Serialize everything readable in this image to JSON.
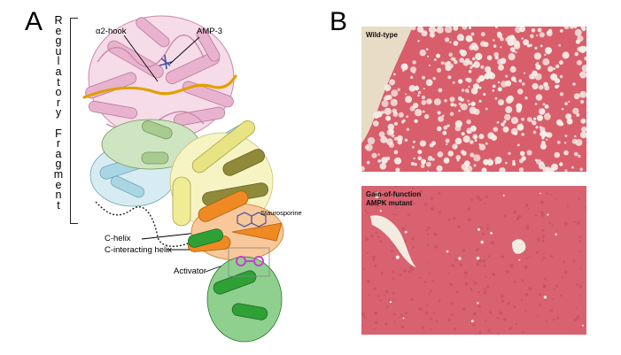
{
  "panel_a": {
    "letter": "A",
    "side_label": "Regulatory Fragment",
    "annotations": {
      "alpha2_hook": "α2-hook",
      "amp3": "AMP-3",
      "staurosporine": "Staurosporine",
      "c_helix": "C-helix",
      "c_interacting_helix": "C-interacting helix",
      "activator": "Activator"
    },
    "colors": {
      "pink_domain": "#e9b3cf",
      "green_domain": "#a8cc8f",
      "lightblue_domain": "#a9d6e3",
      "yellow_domain": "#f0ec96",
      "olive_domain": "#8f8a3a",
      "orange_domain": "#ef8a23",
      "gold_hook": "#e0a000",
      "kinase_green": "#2fa036"
    }
  },
  "panel_b": {
    "letter": "B",
    "top_image_label": "Wild-type",
    "bottom_image_label_line1": "Gain-of-function",
    "bottom_image_label_line2": "AMPK mutant",
    "colors": {
      "tissue_red": "#d85e6c",
      "vacuole_white": "#f4eee6",
      "background_tan": "#e8dcc6"
    }
  }
}
